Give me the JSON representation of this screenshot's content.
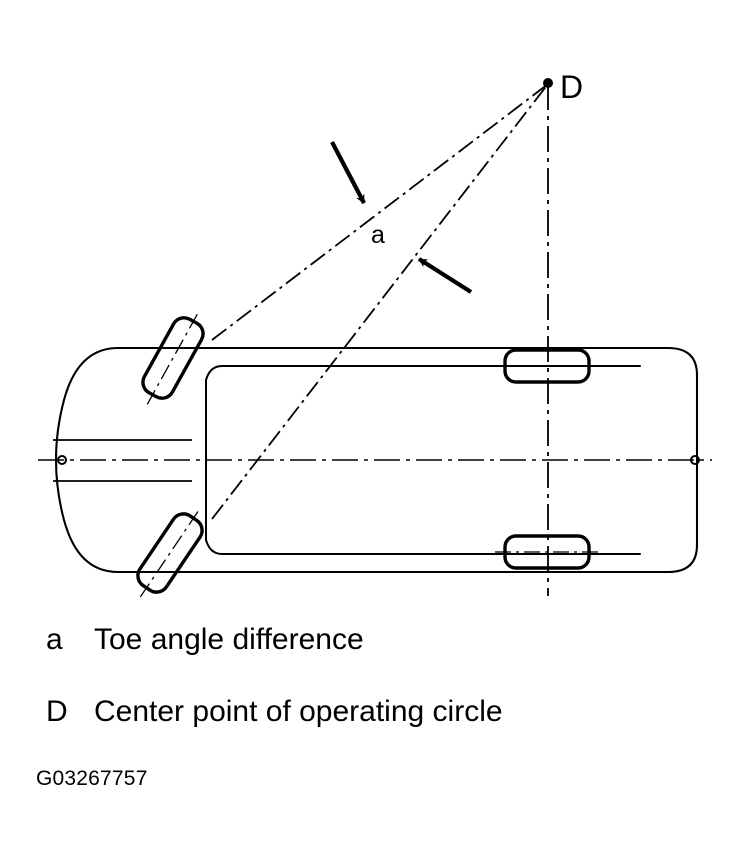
{
  "figure": {
    "code": "G03267757",
    "title_labels": {
      "apex_label": "D",
      "angle_label": "a"
    },
    "legend": [
      {
        "key": "a",
        "description": "Toe angle difference"
      },
      {
        "key": "D",
        "description": "Center point of operating circle"
      }
    ],
    "colors": {
      "line": "#000000",
      "background": "#ffffff"
    },
    "icons": {
      "upper_arrow": "arrow-down-right-icon",
      "lower_arrow": "arrow-up-left-icon"
    },
    "geometry_notes": {
      "view": "top-view vehicle schematic",
      "front_wheels": "steered / turned",
      "rear_wheels": "straight",
      "construction_lines": "dash-dot"
    }
  }
}
